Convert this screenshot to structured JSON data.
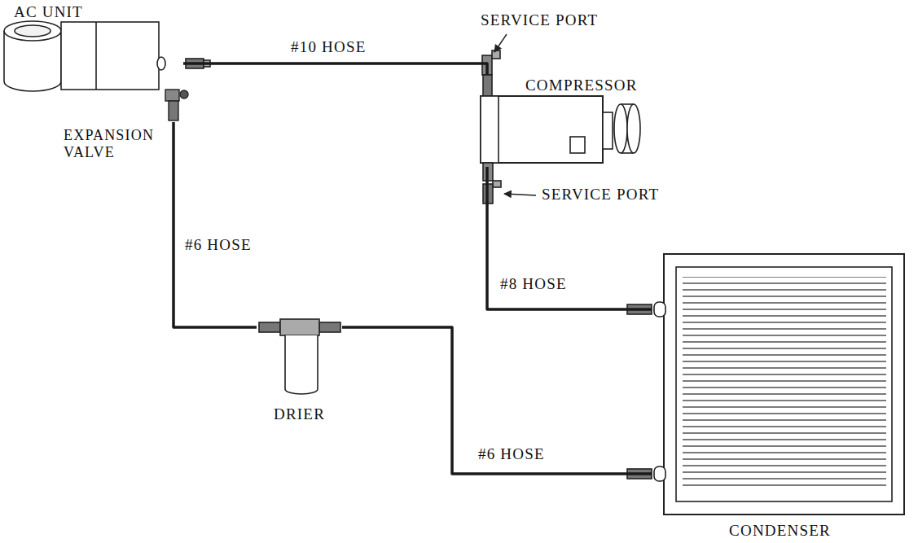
{
  "diagram": {
    "nodes": [
      {
        "text": [
          "AC UNIT"
        ]
      },
      {
        "text": [
          "COMPRESSOR"
        ]
      },
      {
        "text": [
          "CONDENSER"
        ]
      },
      {
        "text": [
          "DRIER"
        ]
      }
    ],
    "edges": [
      {
        "from": 0,
        "to": 1,
        "label": "#10 HOSE",
        "arrow": "none"
      },
      {
        "from": 1,
        "to": 2,
        "label": "#8 HOSE",
        "arrow": "none"
      },
      {
        "from": 2,
        "to": 3,
        "label": "#6 HOSE",
        "arrow": "none"
      },
      {
        "from": 3,
        "to": 0,
        "label": "#6 HOSE",
        "arrow": "none"
      }
    ],
    "labels": [
      "SERVICE PORT",
      "EXPANSION VALVE",
      "SERVICE PORT"
    ]
  }
}
